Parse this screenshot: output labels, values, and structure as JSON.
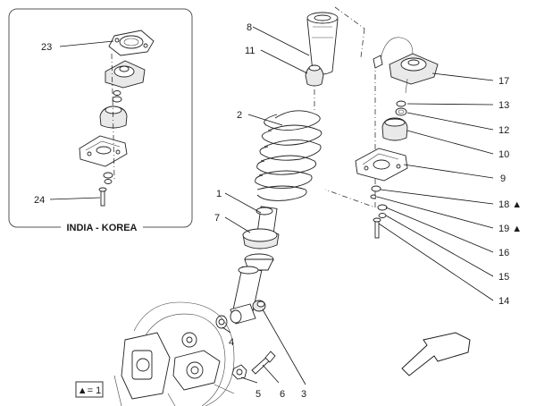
{
  "inset": {
    "title": "INDIA - KOREA",
    "callouts": [
      {
        "id": "23",
        "label": "23"
      },
      {
        "id": "24",
        "label": "24"
      }
    ]
  },
  "callouts": [
    {
      "id": "1",
      "label": "1"
    },
    {
      "id": "2",
      "label": "2"
    },
    {
      "id": "3",
      "label": "3"
    },
    {
      "id": "4",
      "label": "4"
    },
    {
      "id": "5",
      "label": "5"
    },
    {
      "id": "6",
      "label": "6"
    },
    {
      "id": "7",
      "label": "7"
    },
    {
      "id": "8",
      "label": "8"
    },
    {
      "id": "9",
      "label": "9"
    },
    {
      "id": "10",
      "label": "10"
    },
    {
      "id": "11",
      "label": "11"
    },
    {
      "id": "12",
      "label": "12"
    },
    {
      "id": "13",
      "label": "13"
    },
    {
      "id": "14",
      "label": "14"
    },
    {
      "id": "15",
      "label": "15"
    },
    {
      "id": "16",
      "label": "16"
    },
    {
      "id": "17",
      "label": "17"
    },
    {
      "id": "18",
      "label": "18 ▲"
    },
    {
      "id": "19",
      "label": "19 ▲"
    }
  ],
  "legend": {
    "text": "▲= 1"
  }
}
